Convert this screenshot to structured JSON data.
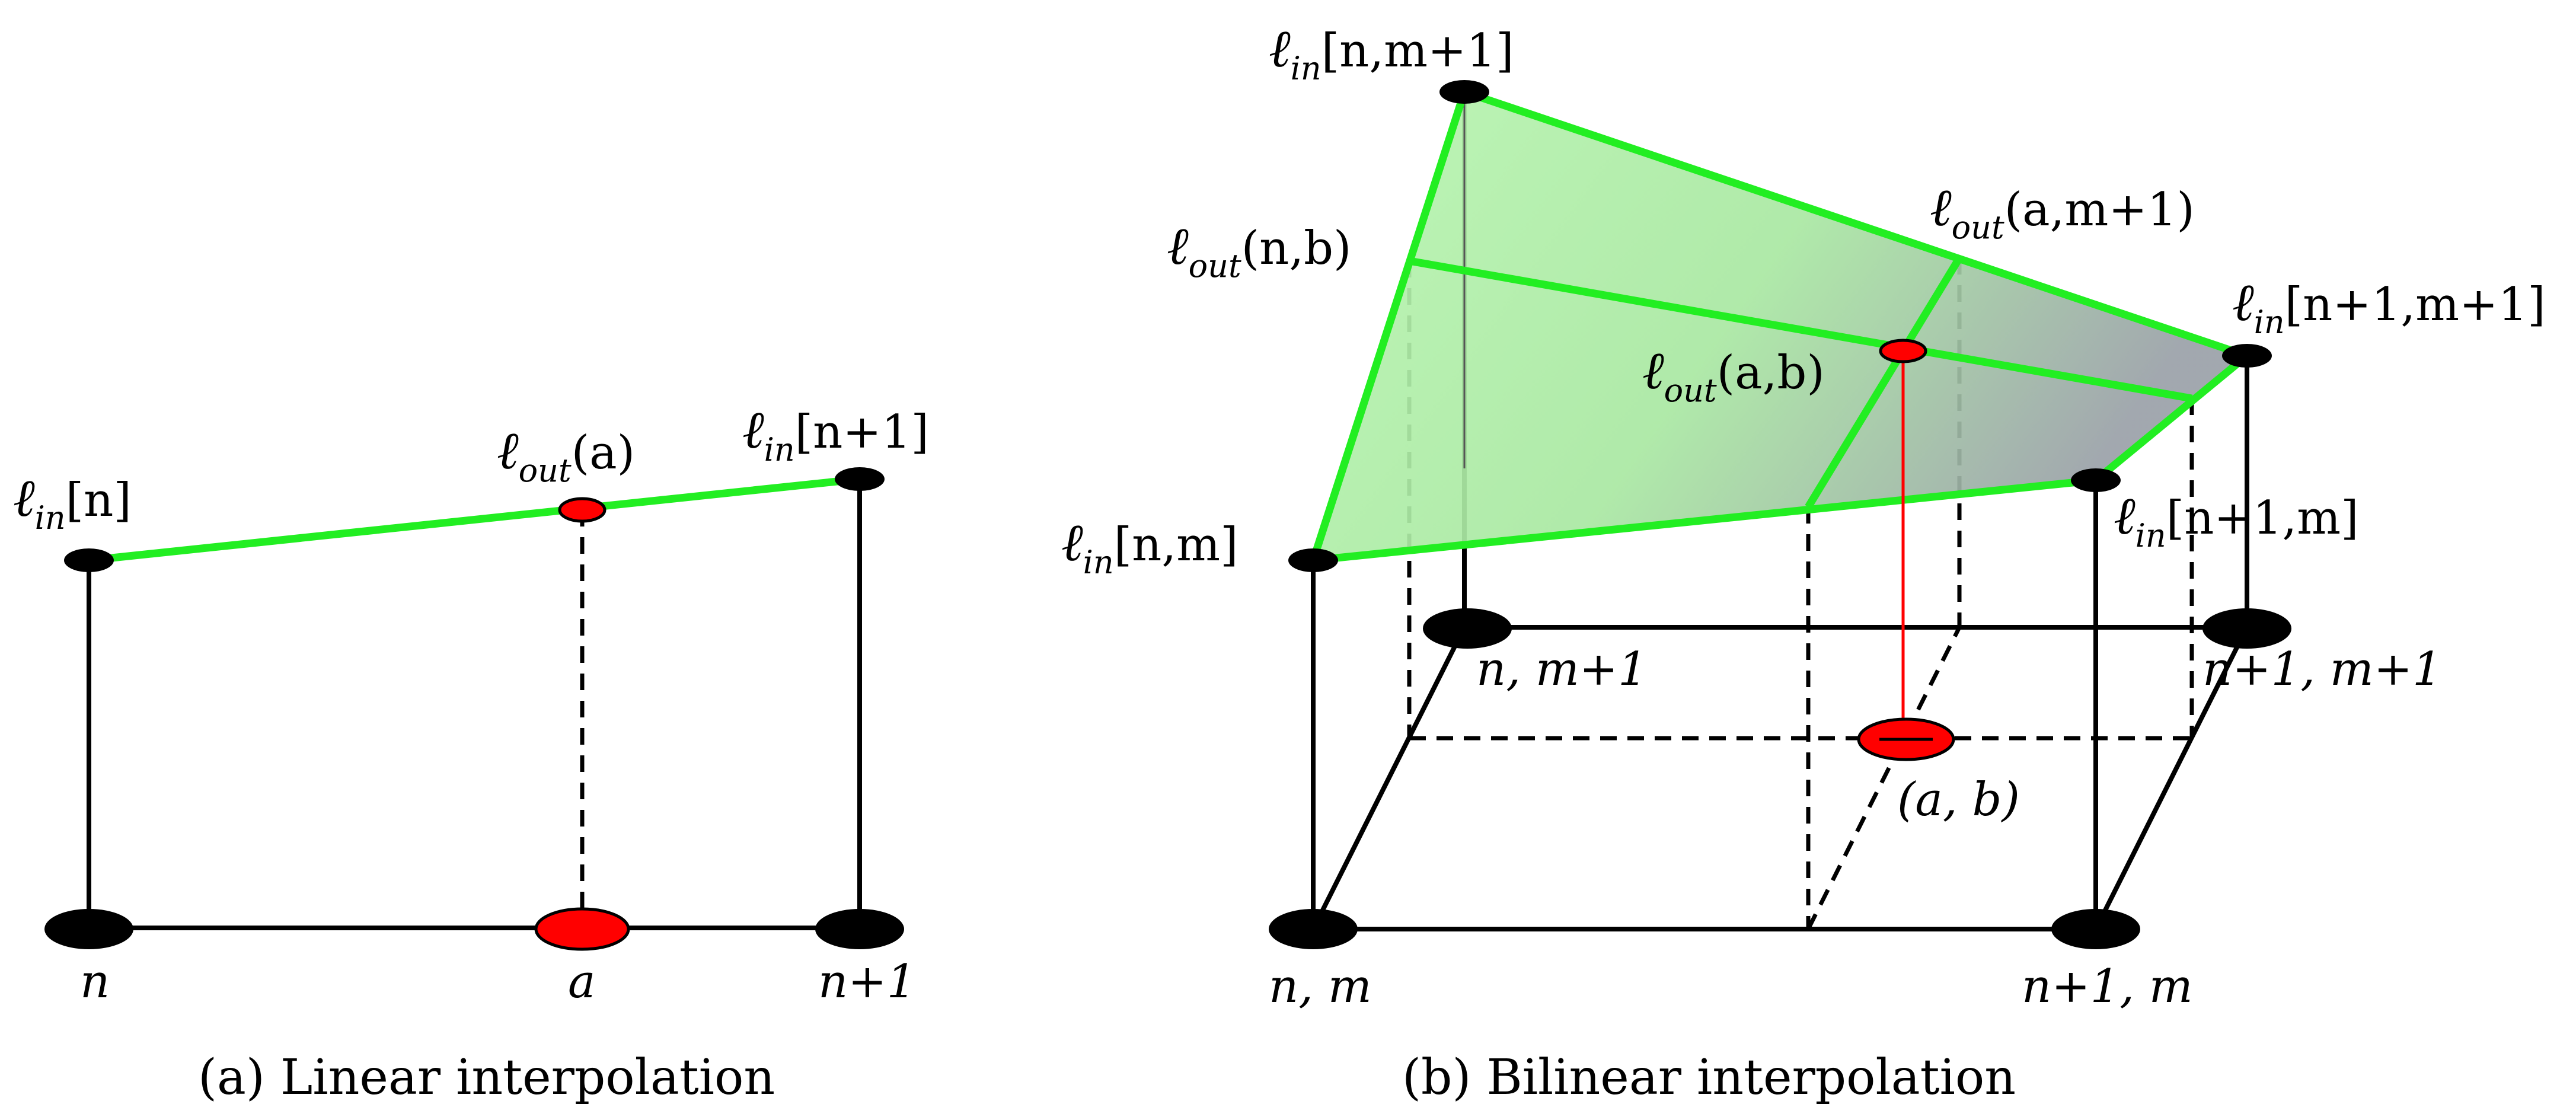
{
  "panel_a": {
    "caption": "(a) Linear interpolation",
    "ell": "ℓ",
    "in": "in",
    "out": "out",
    "lin_n_arg": "[n]",
    "lin_n1_arg": "[n+1]",
    "lout_a_arg": "(a)",
    "axis_n": "n",
    "axis_a": "a",
    "axis_n1": "n+1"
  },
  "panel_b": {
    "caption": "(b) Bilinear interpolation",
    "ell": "ℓ",
    "in": "in",
    "out": "out",
    "lin_nm1_arg": "[n,m+1]",
    "lin_n1m1_arg": "[n+1,m+1]",
    "lin_nm_arg": "[n,m]",
    "lin_n1m_arg": "[n+1,m]",
    "lout_nb_arg": "(n,b)",
    "lout_am1_arg": "(a,m+1)",
    "lout_ab_arg": "(a,b)",
    "base_nm1": "n, m+1",
    "base_n1m1": "n+1, m+1",
    "base_nm": "n, m",
    "base_n1m": "n+1, m",
    "base_ab": "(a, b)"
  },
  "colors": {
    "surface_green": "#22ee22",
    "interp_point": "#ff0000",
    "node": "#000000"
  }
}
